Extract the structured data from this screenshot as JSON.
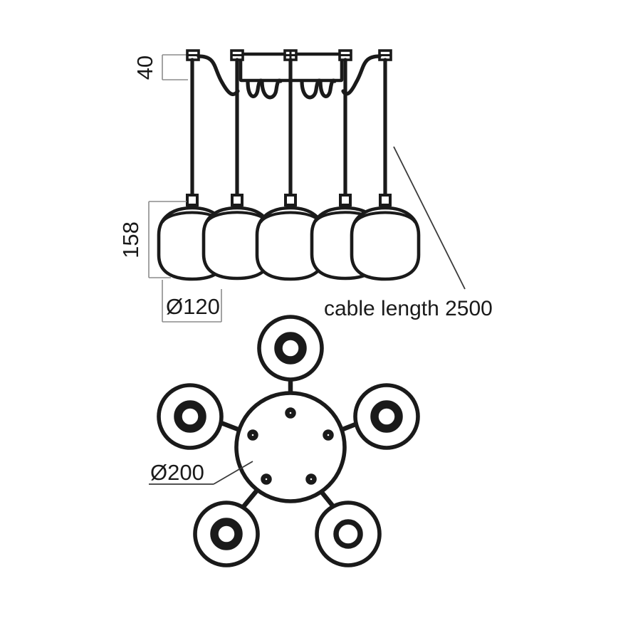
{
  "drawing": {
    "title": "Pendant Lamp Technical Drawing",
    "background_color": "#ffffff",
    "line_color": "#1a1a1a",
    "dimension_line_color": "#8c8c8c"
  },
  "elevation": {
    "name": "elevation-view",
    "dimensions": {
      "canopy_height": {
        "label": "40",
        "unit": "mm",
        "orientation": "vertical-rotated"
      },
      "shade_height": {
        "label": "158",
        "unit": "mm",
        "orientation": "vertical-rotated"
      },
      "shade_diameter": {
        "label": "Ø120",
        "unit": "mm",
        "orientation": "horizontal"
      }
    },
    "annotation": {
      "label": "cable length 2500",
      "unit": "mm"
    },
    "pendant_count": 5
  },
  "plan": {
    "name": "plan-view",
    "dimensions": {
      "canopy_diameter": {
        "label": "Ø200",
        "unit": "mm",
        "orientation": "horizontal"
      }
    },
    "pendant_count": 5,
    "hub_node_count": 5
  }
}
